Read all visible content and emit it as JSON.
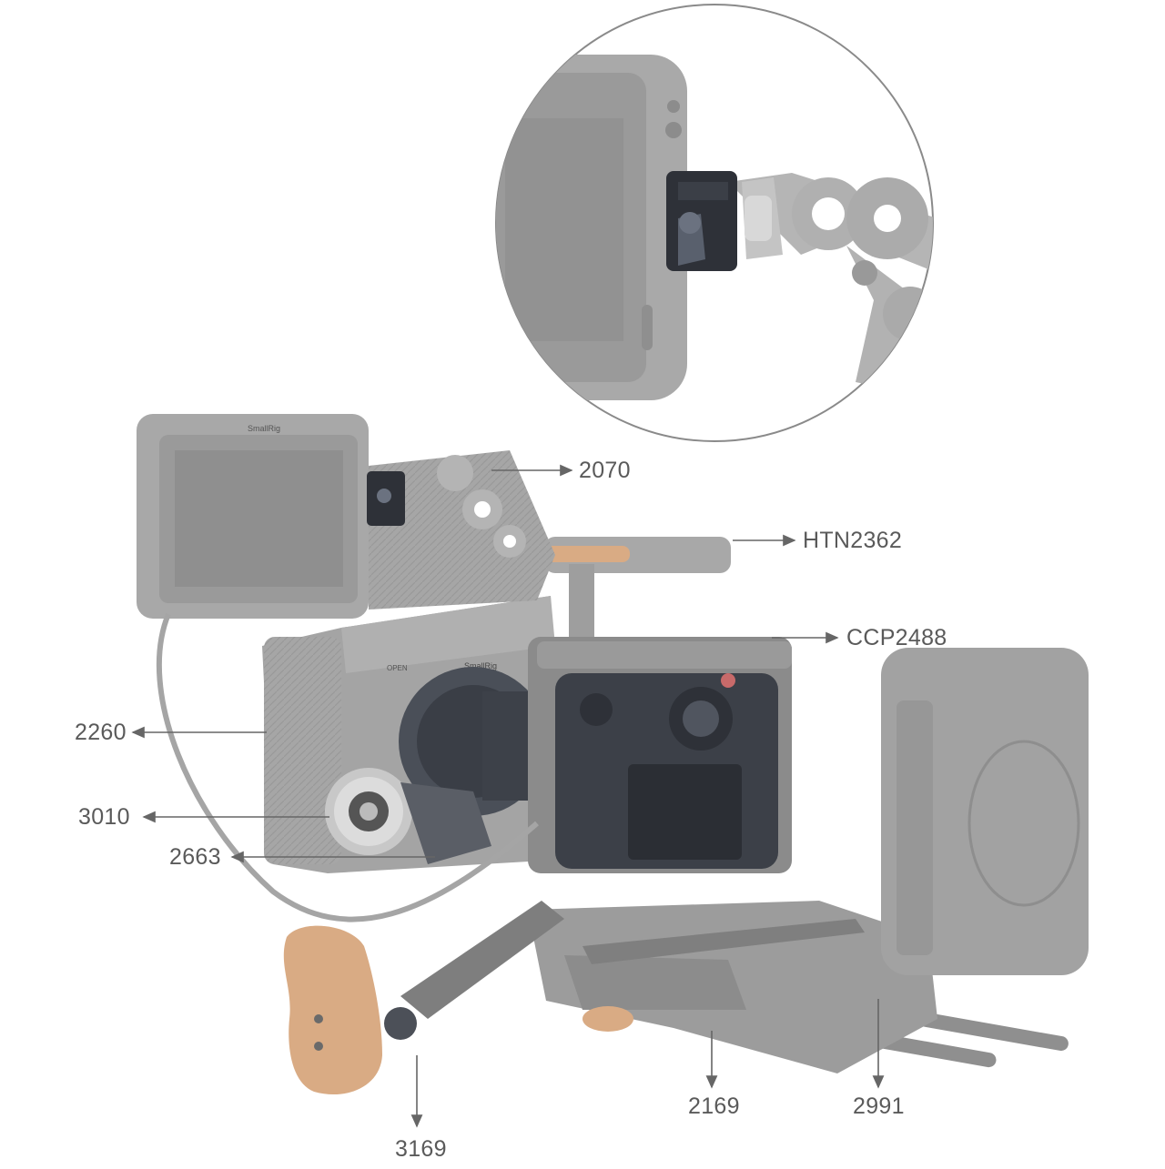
{
  "brand_text": "SmallRig",
  "matte_box_text": "OPEN",
  "callouts": [
    {
      "id": "2070",
      "label": "2070"
    },
    {
      "id": "HTN2362",
      "label": "HTN2362"
    },
    {
      "id": "CCP2488",
      "label": "CCP2488"
    },
    {
      "id": "2260",
      "label": "2260"
    },
    {
      "id": "3010",
      "label": "3010"
    },
    {
      "id": "2663",
      "label": "2663"
    },
    {
      "id": "2169",
      "label": "2169"
    },
    {
      "id": "2991",
      "label": "2991"
    },
    {
      "id": "3169",
      "label": "3169"
    }
  ],
  "colors": {
    "rig_gray": "#a9a9a9",
    "dark_part": "#2e3138",
    "wood": "#d9ab84",
    "label_text": "#5a5a5a",
    "arrow": "#666666",
    "circle_border": "#8a8a8a"
  }
}
